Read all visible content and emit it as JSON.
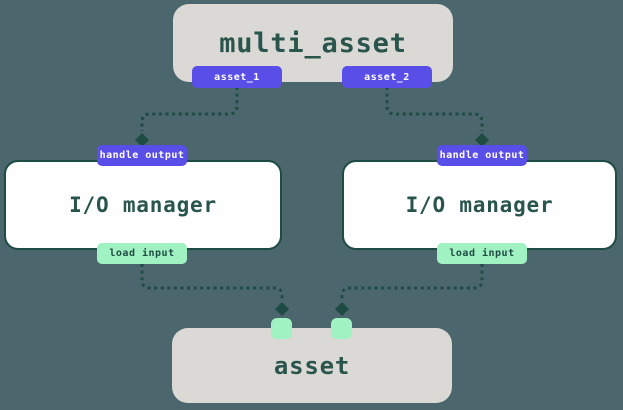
{
  "nodes": {
    "multi_asset": {
      "label": "multi_asset"
    },
    "output_asset_1": {
      "label": "asset_1"
    },
    "output_asset_2": {
      "label": "asset_2"
    },
    "io_manager_left": {
      "label": "I/O manager",
      "handle_output_badge": "handle output",
      "load_input_badge": "load input"
    },
    "io_manager_right": {
      "label": "I/O manager",
      "handle_output_badge": "handle output",
      "load_input_badge": "load input"
    },
    "asset": {
      "label": "asset"
    }
  },
  "colors": {
    "background": "#4c666e",
    "node_fill_gray": "#dbd9d5",
    "node_fill_white": "#fefefe",
    "accent_purple": "#5a4ee8",
    "accent_mint": "#a0f2c3",
    "line_dark_green": "#1e4b42",
    "label_dark_green": "#2a554c",
    "badge_text_light": "#ffffff"
  }
}
